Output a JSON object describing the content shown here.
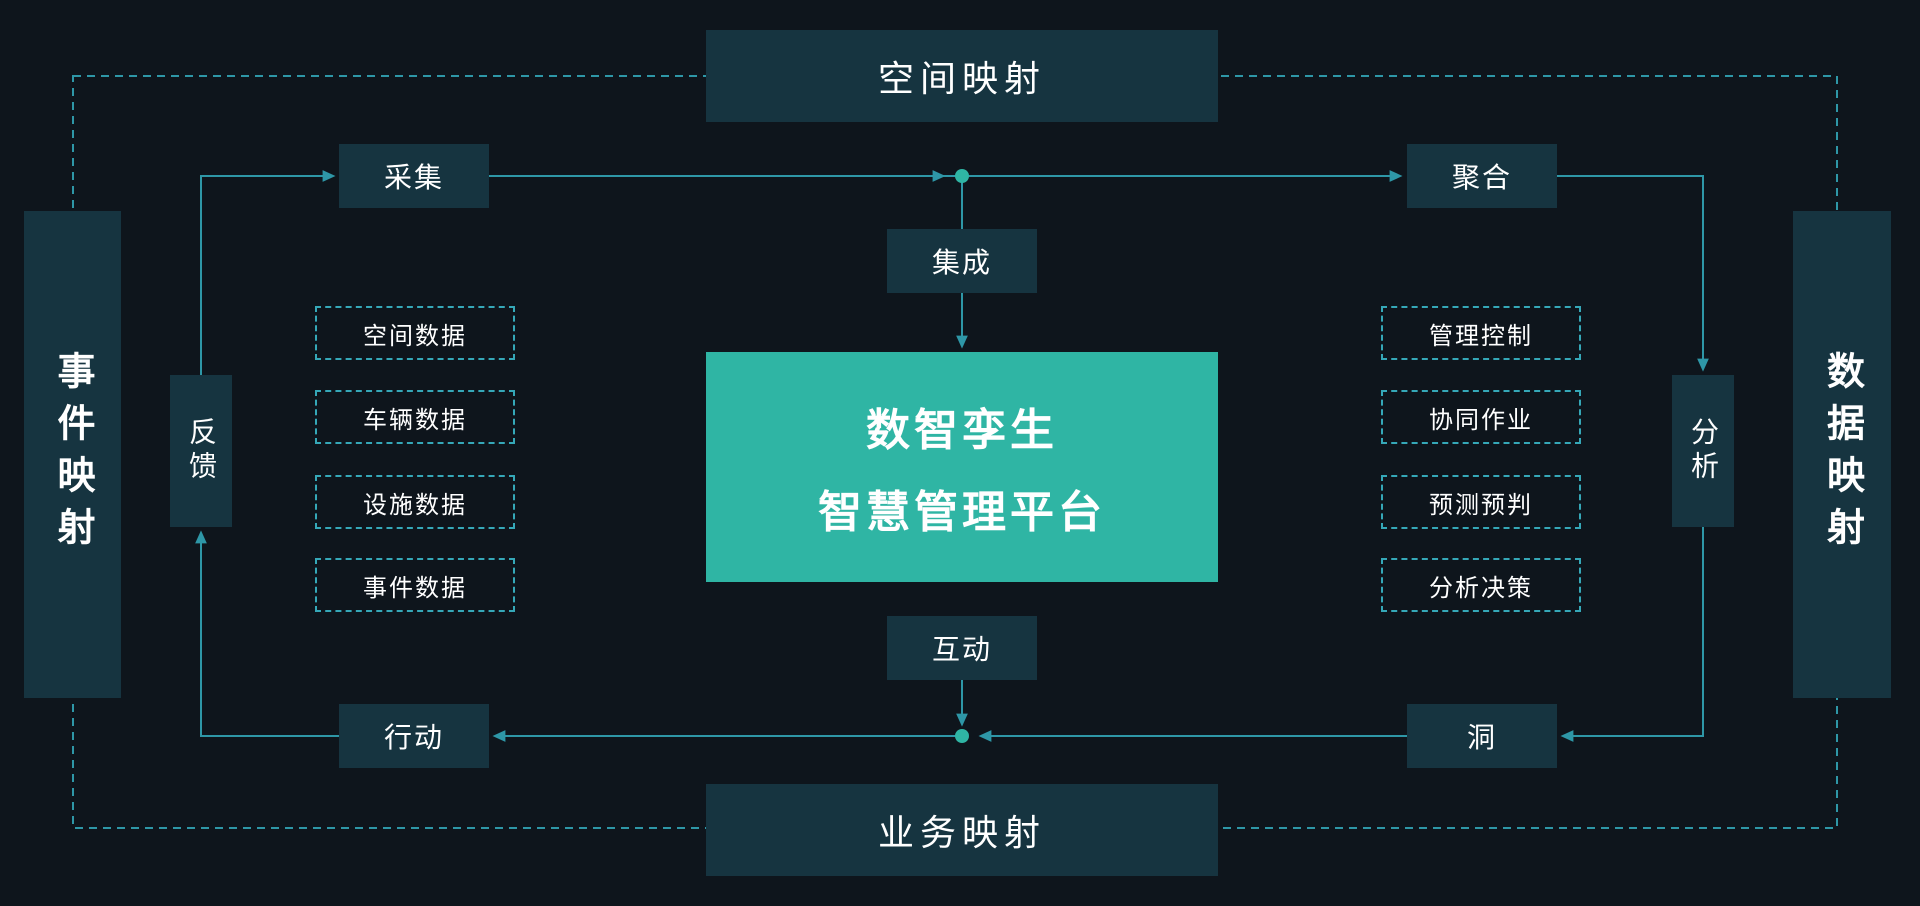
{
  "diagram": {
    "title": {
      "line1": "数智孪生",
      "line2": "智慧管理平台"
    },
    "edges": {
      "top": "空间映射",
      "bottom": "业务映射",
      "left": "事件映射",
      "right": "数据映射"
    },
    "process_nodes": {
      "collect": "采集",
      "aggregate": "聚合",
      "integrate": "集成",
      "interact": "互动",
      "action": "行动",
      "insight": "洞",
      "feedback": "反馈",
      "analyze": "分析"
    },
    "left_items": [
      "空间数据",
      "车辆数据",
      "设施数据",
      "事件数据"
    ],
    "right_items": [
      "管理控制",
      "协同作业",
      "预测预判",
      "分析决策"
    ],
    "colors": {
      "background": "#0e151c",
      "node": "#163440",
      "accent": "#2fb5a4",
      "line": "#2e97a7",
      "dash_border": "#35a8b8",
      "text": "#ffffff"
    }
  }
}
